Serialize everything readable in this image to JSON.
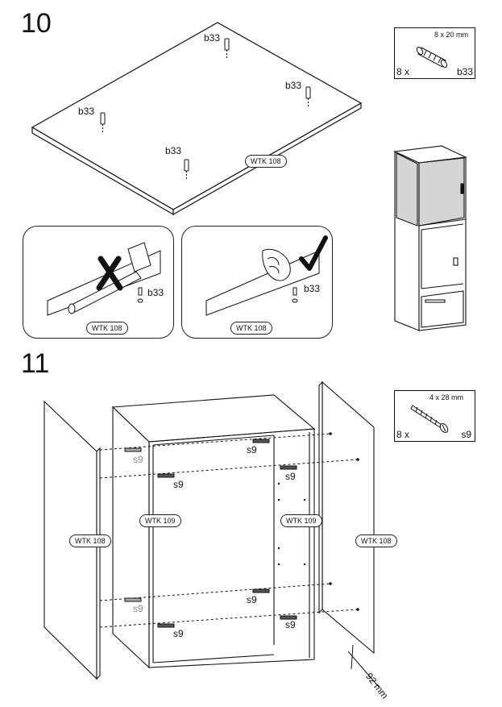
{
  "step10": {
    "number": "10",
    "panel_label": "WTK 108",
    "dowel_label": "b33",
    "parts_box": {
      "size": "8 x 20 mm",
      "qty": "8 x",
      "code": "b33"
    },
    "detail_wrong": {
      "panel_label": "WTK 108",
      "part": "b33"
    },
    "detail_right": {
      "panel_label": "WTK 108",
      "part": "b33"
    }
  },
  "step11": {
    "number": "11",
    "parts_box": {
      "size": "4 x 28 mm",
      "qty": "8 x",
      "code": "s9"
    },
    "screw_label": "s9",
    "side_left": "WTK 108",
    "side_right": "WTK 108",
    "inner_left": "WTK 109",
    "inner_right": "WTK 109",
    "dimension": "92 mm"
  }
}
